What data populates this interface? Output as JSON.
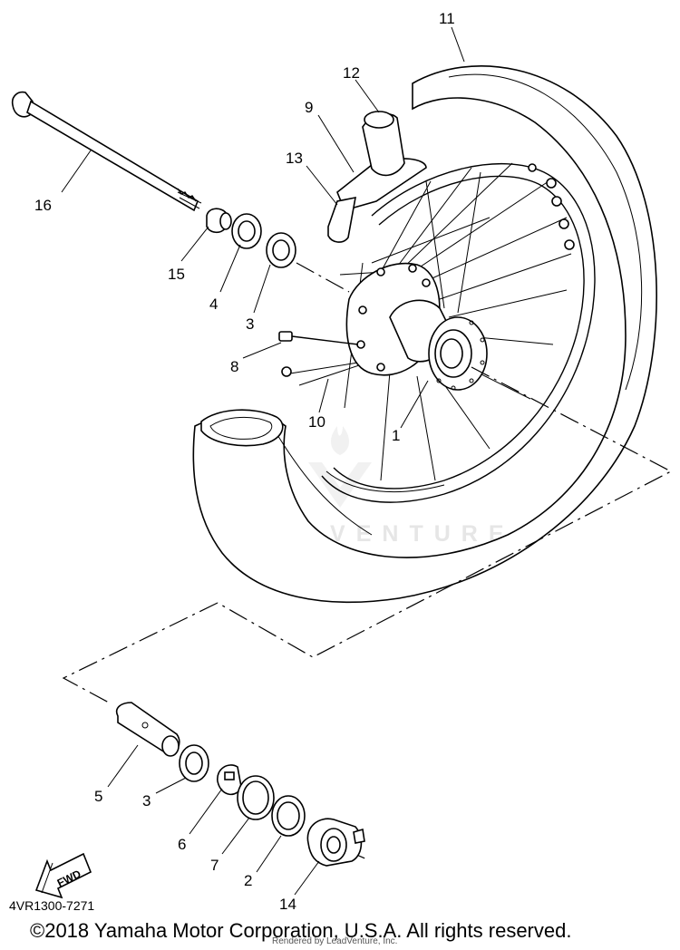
{
  "callouts": {
    "c1": "1",
    "c2": "2",
    "c3a": "3",
    "c3b": "3",
    "c4": "4",
    "c5": "5",
    "c6": "6",
    "c7": "7",
    "c8": "8",
    "c9": "9",
    "c10": "10",
    "c11": "11",
    "c12": "12",
    "c13": "13",
    "c14": "14",
    "c15": "15",
    "c16": "16"
  },
  "fwd_label": "FWD",
  "part_code": "4VR1300-7271",
  "copyright": "©2018 Yamaha Motor Corporation, U.S.A. All rights reserved.",
  "rendered_by": "Rendered by LeadVenture, Inc.",
  "watermark": "LEADVENTURE"
}
